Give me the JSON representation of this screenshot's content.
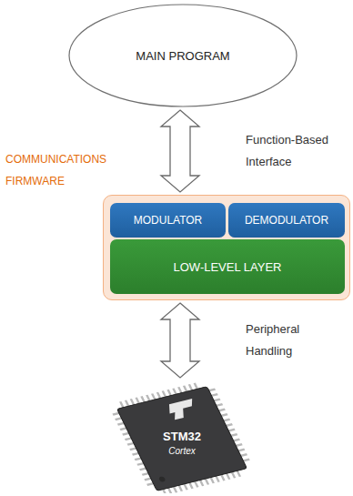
{
  "diagram": {
    "nodes": [
      {
        "text": [
          "MAIN PROGRAM"
        ]
      },
      {
        "text": [
          "COMMUNICATIONS FIRMWARE"
        ]
      },
      {
        "text": [
          "MODULATOR"
        ],
        "in": 1
      },
      {
        "text": [
          "DEMODULATOR"
        ],
        "in": 1
      },
      {
        "text": [
          "LOW-LEVEL LAYER"
        ],
        "in": 1
      },
      {
        "text": [
          "STM32",
          "Cortex"
        ]
      }
    ],
    "edges": [
      {
        "from": 0,
        "to": 1,
        "label": "Function-Based Interface",
        "arrow": "both"
      },
      {
        "from": 1,
        "to": 5,
        "label": "Peripheral Handling",
        "arrow": "both"
      }
    ]
  }
}
